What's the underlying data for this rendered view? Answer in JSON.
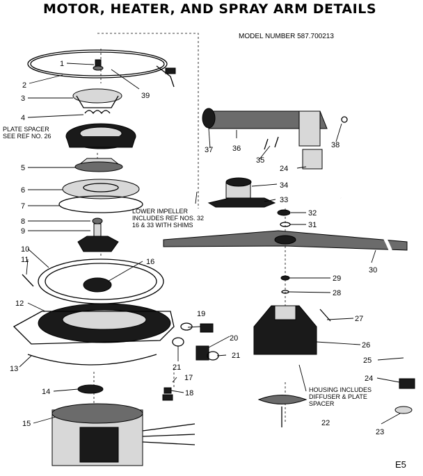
{
  "title": "MOTOR, HEATER, AND SPRAY ARM DETAILS",
  "model_number": "MODEL NUMBER 587.700213",
  "page_code": "E5",
  "notes": {
    "plate_spacer": "PLATE SPACER\nSEE REF NO. 26",
    "lower_impeller": "LOWER IMPELLER\nINCLUDES REF NOS. 32\n16 & 33 WITH SHIMS",
    "housing": "HOUSING INCLUDES\nDIFFUSER & PLATE\nSPACER"
  },
  "callouts": [
    "1",
    "2",
    "3",
    "4",
    "5",
    "6",
    "7",
    "8",
    "9",
    "10",
    "11",
    "12",
    "13",
    "14",
    "15",
    "16",
    "17",
    "18",
    "19",
    "20",
    "21",
    "21",
    "22",
    "23",
    "24",
    "24",
    "25",
    "26",
    "27",
    "28",
    "29",
    "30",
    "31",
    "32",
    "33",
    "34",
    "35",
    "36",
    "37",
    "38",
    "39"
  ]
}
